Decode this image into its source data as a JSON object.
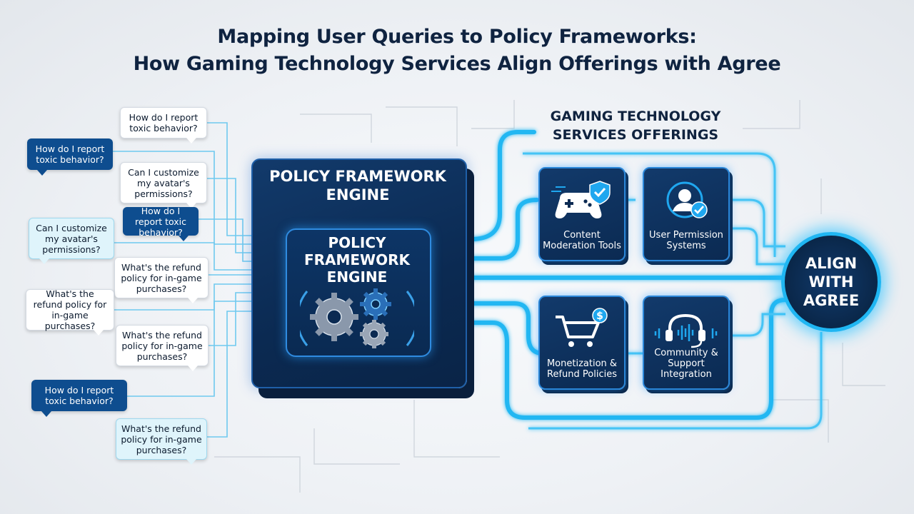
{
  "title": {
    "line1": "Mapping User Queries to Policy Frameworks:",
    "line2": "How Gaming Technology Services Align Offerings with Agree"
  },
  "queries": [
    {
      "text": "How do I report toxic behavior?",
      "style": "white"
    },
    {
      "text": "How do I report toxic behavior?",
      "style": "blue"
    },
    {
      "text": "Can I customize my avatar's permissions?",
      "style": "white"
    },
    {
      "text": "How do I report toxic behavior?",
      "style": "blue"
    },
    {
      "text": "Can I customize my avatar's permissions?",
      "style": "cyan"
    },
    {
      "text": "What's the refund policy for in-game purchases?",
      "style": "white"
    },
    {
      "text": "What's the refund policy for in-game purchases?",
      "style": "white"
    },
    {
      "text": "What's the refund policy for in-game purchases?",
      "style": "white"
    },
    {
      "text": "How do I report toxic behavior?",
      "style": "blue"
    },
    {
      "text": "What's the refund policy for in-game purchases?",
      "style": "cyan"
    }
  ],
  "engine": {
    "outer_title": "POLICY FRAMEWORK ENGINE",
    "inner_title": "POLICY FRAMEWORK ENGINE"
  },
  "offerings": {
    "heading": "GAMING TECHNOLOGY SERVICES OFFERINGS",
    "cards": [
      {
        "label": "Content Moderation Tools",
        "icon": "gamepad-shield-icon"
      },
      {
        "label": "User Permission Systems",
        "icon": "user-check-icon"
      },
      {
        "label": "Monetization & Refund Policies",
        "icon": "cart-dollar-icon"
      },
      {
        "label": "Community & Support Integration",
        "icon": "headset-icon"
      }
    ]
  },
  "outcome": {
    "label": "ALIGN WITH AGREE"
  },
  "colors": {
    "navy": "#0b2a52",
    "glow": "#1fb6f2",
    "bubble_blue": "#0e4d8f",
    "bubble_cyan": "#dff4fb",
    "title": "#0f2340"
  }
}
